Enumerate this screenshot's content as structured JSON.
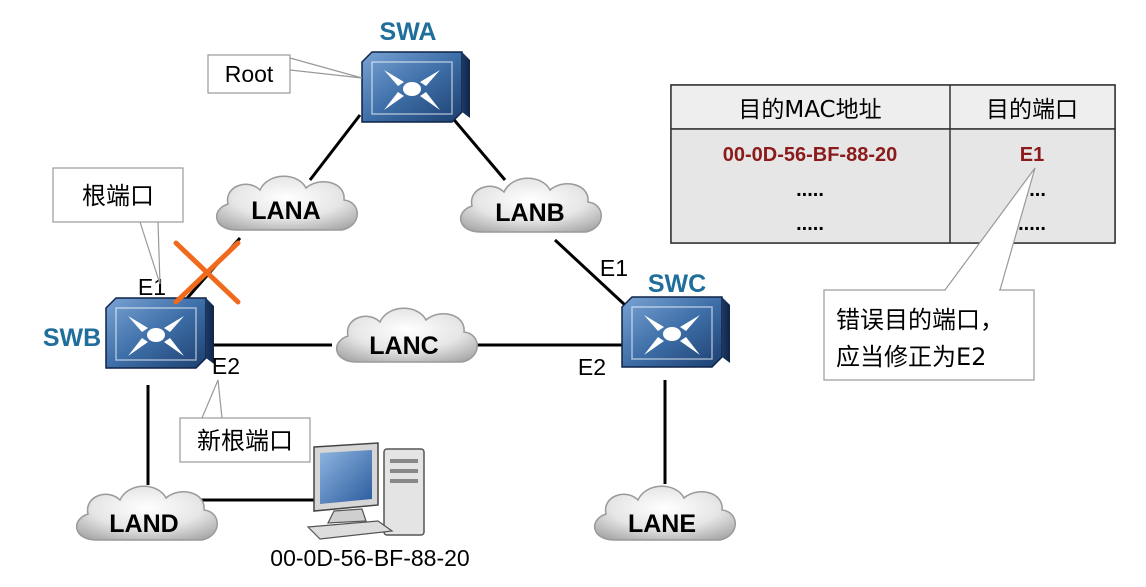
{
  "switches": {
    "swa": {
      "label": "SWA"
    },
    "swb": {
      "label": "SWB"
    },
    "swc": {
      "label": "SWC"
    }
  },
  "lans": {
    "lana": "LANA",
    "lanb": "LANB",
    "lanc": "LANC",
    "land": "LAND",
    "lane": "LANE"
  },
  "ports": {
    "swb_e1": "E1",
    "swb_e2": "E2",
    "swc_e1": "E1",
    "swc_e2": "E2"
  },
  "callouts": {
    "root": "Root",
    "root_port": "根端口",
    "new_root_port": "新根端口",
    "wrong_port_line1": "错误目的端口，",
    "wrong_port_line2": "应当修正为E2"
  },
  "host": {
    "mac": "00-0D-56-BF-88-20"
  },
  "mac_table": {
    "headers": [
      "目的MAC地址",
      "目的端口"
    ],
    "rows": [
      [
        "00-0D-56-BF-88-20",
        "E1"
      ],
      [
        ".....",
        "....."
      ],
      [
        ".....",
        "....."
      ]
    ]
  },
  "colors": {
    "label_blue": "#1f6e9c",
    "error_red": "#8b1a1a",
    "cross_orange": "#f06a1e",
    "switch_blue": "#3e6fa8"
  }
}
